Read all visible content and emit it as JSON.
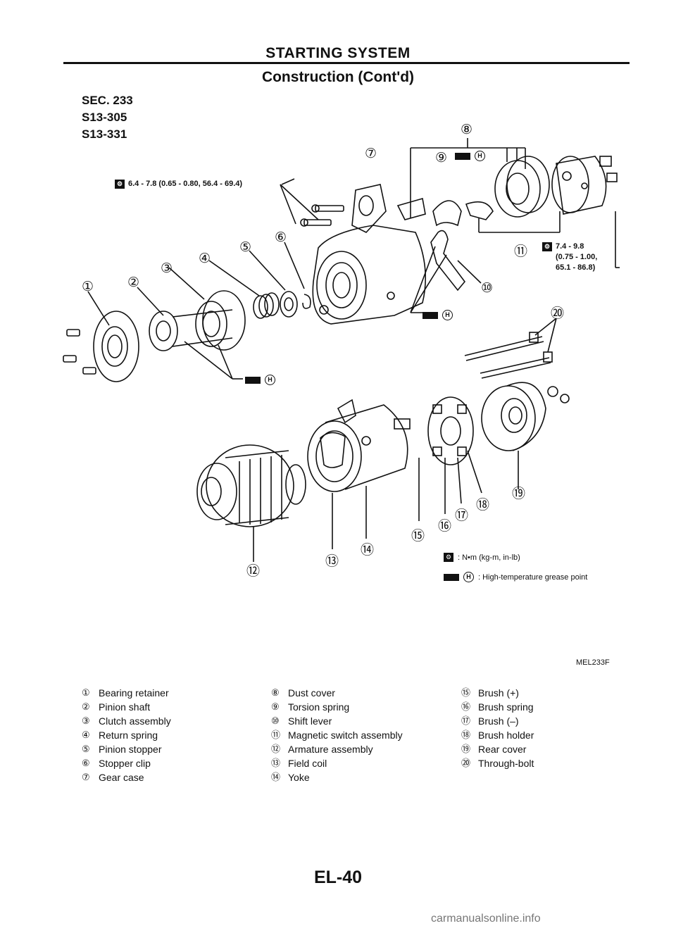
{
  "header": {
    "title": "STARTING SYSTEM",
    "subtitle": "Construction (Cont'd)"
  },
  "section_refs": [
    "SEC. 233",
    "S13-305",
    "S13-331"
  ],
  "diagram": {
    "torque_specs": [
      "6.4 - 7.8 (0.65 - 0.80, 56.4 - 69.4)",
      "7.4 - 9.8",
      "(0.75 - 1.00,",
      "65.1 - 86.8)"
    ],
    "key": {
      "torque_unit": ": N•m (kg-m, in-lb)",
      "grease": ": High-temperature grease point"
    },
    "callouts": [
      "①",
      "②",
      "③",
      "④",
      "⑤",
      "⑥",
      "⑦",
      "⑧",
      "⑨",
      "⑩",
      "⑪",
      "⑫",
      "⑬",
      "⑭",
      "⑮",
      "⑯",
      "⑰",
      "⑱",
      "⑲",
      "⑳"
    ],
    "grease_letter": "H",
    "reference": "MEL233F"
  },
  "legend": {
    "col1": [
      {
        "num": "①",
        "label": "Bearing retainer"
      },
      {
        "num": "②",
        "label": "Pinion shaft"
      },
      {
        "num": "③",
        "label": "Clutch assembly"
      },
      {
        "num": "④",
        "label": "Return spring"
      },
      {
        "num": "⑤",
        "label": "Pinion stopper"
      },
      {
        "num": "⑥",
        "label": "Stopper clip"
      },
      {
        "num": "⑦",
        "label": "Gear case"
      }
    ],
    "col2": [
      {
        "num": "⑧",
        "label": "Dust cover"
      },
      {
        "num": "⑨",
        "label": "Torsion spring"
      },
      {
        "num": "⑩",
        "label": "Shift lever"
      },
      {
        "num": "⑪",
        "label": "Magnetic switch assembly"
      },
      {
        "num": "⑫",
        "label": "Armature assembly"
      },
      {
        "num": "⑬",
        "label": "Field coil"
      },
      {
        "num": "⑭",
        "label": "Yoke"
      }
    ],
    "col3": [
      {
        "num": "⑮",
        "label": "Brush (+)"
      },
      {
        "num": "⑯",
        "label": "Brush spring"
      },
      {
        "num": "⑰",
        "label": "Brush (–)"
      },
      {
        "num": "⑱",
        "label": "Brush holder"
      },
      {
        "num": "⑲",
        "label": "Rear cover"
      },
      {
        "num": "⑳",
        "label": "Through-bolt"
      }
    ]
  },
  "footer": {
    "page": "EL-40",
    "watermark": "carmanualsonline.info"
  }
}
